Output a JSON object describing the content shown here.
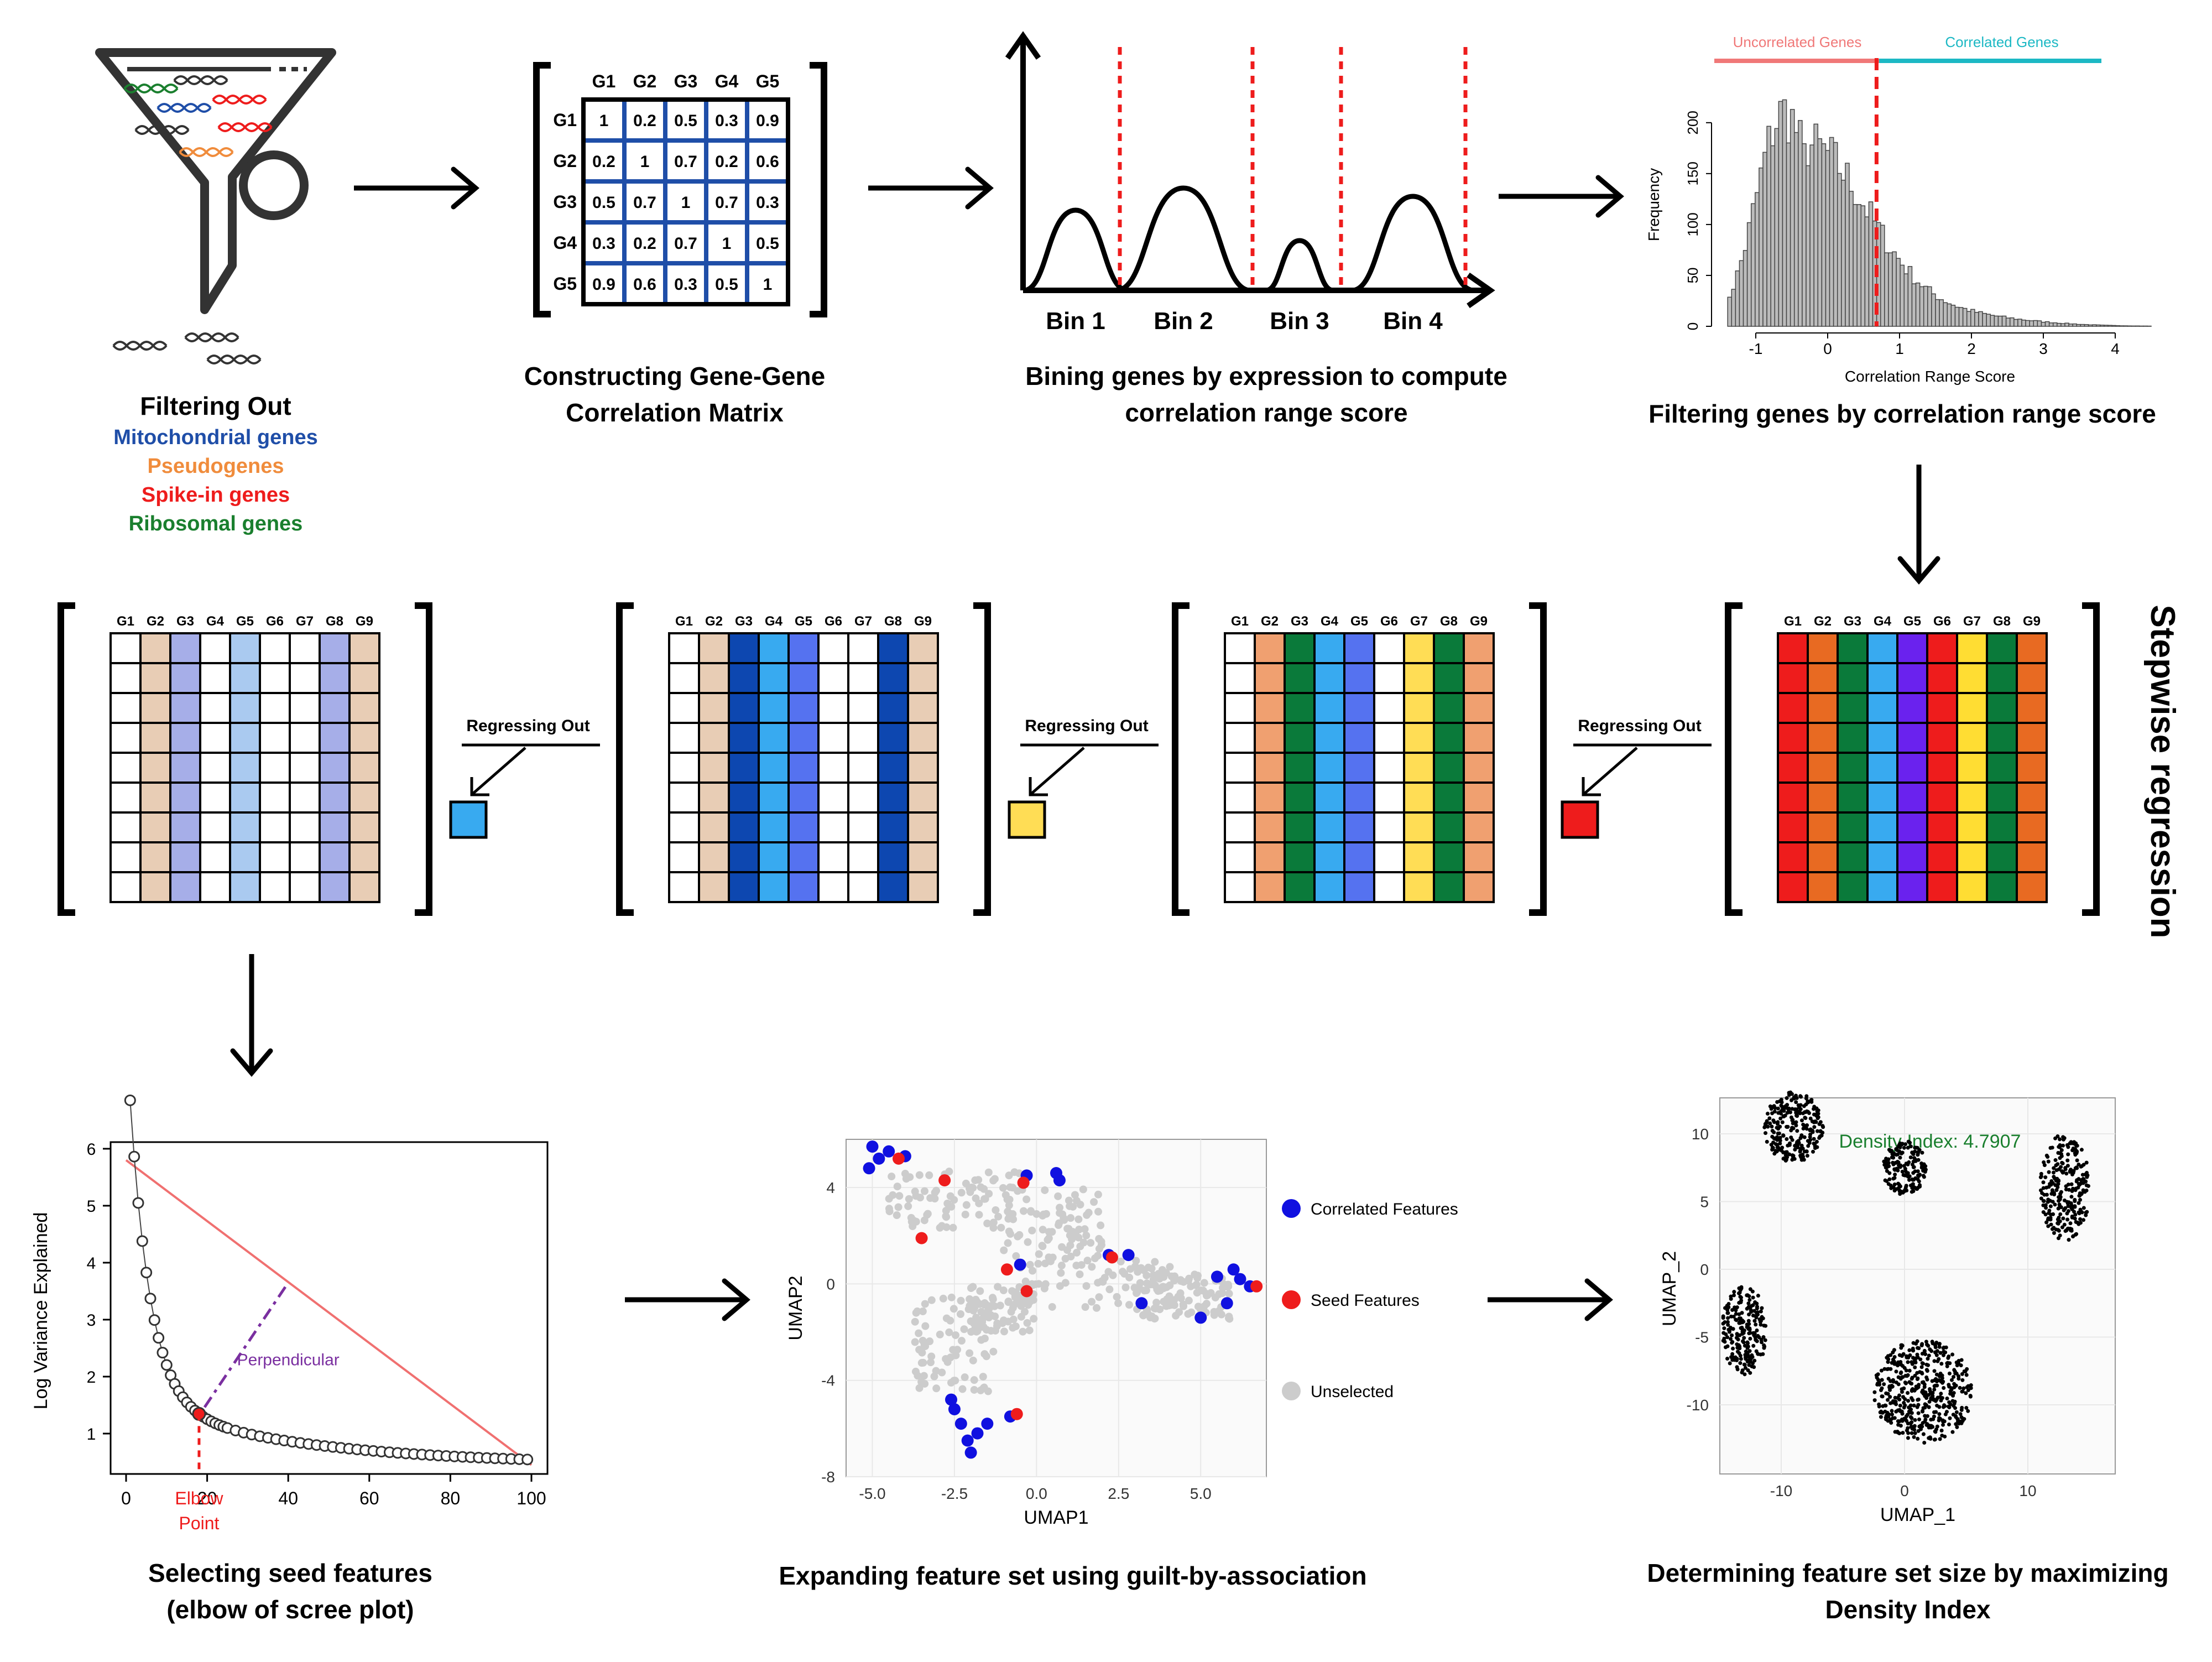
{
  "filter": {
    "title": "Filtering Out",
    "items": [
      {
        "label": "Mitochondrial genes",
        "color": "#1f4ea8"
      },
      {
        "label": "Pseudogenes",
        "color": "#f08c3c"
      },
      {
        "label": "Spike-in genes",
        "color": "#ee1c1c"
      },
      {
        "label": "Ribosomal genes",
        "color": "#1a7f2e"
      }
    ]
  },
  "corr": {
    "caption_line1": "Constructing Gene-Gene",
    "caption_line2": "Correlation Matrix",
    "genes": [
      "G1",
      "G2",
      "G3",
      "G4",
      "G5"
    ],
    "matrix": [
      [
        "1",
        "0.2",
        "0.5",
        "0.3",
        "0.9"
      ],
      [
        "0.2",
        "1",
        "0.7",
        "0.2",
        "0.6"
      ],
      [
        "0.5",
        "0.7",
        "1",
        "0.7",
        "0.3"
      ],
      [
        "0.3",
        "0.2",
        "0.7",
        "1",
        "0.5"
      ],
      [
        "0.9",
        "0.6",
        "0.3",
        "0.5",
        "1"
      ]
    ]
  },
  "binning": {
    "caption_line1": "Bining genes by expression to compute",
    "caption_line2": "correlation range score",
    "bins": [
      "Bin 1",
      "Bin 2",
      "Bin 3",
      "Bin 4"
    ]
  },
  "hist": {
    "caption": "Filtering genes by correlation range score",
    "uncorrelated_label": "Uncorrelated Genes",
    "correlated_label": "Correlated Genes",
    "uncorrelated_color": "#f07878",
    "correlated_color": "#1cb8c4",
    "ylabel": "Frequency",
    "xlabel": "Correlation Range Score",
    "xticks": [
      "-1",
      "0",
      "1",
      "2",
      "3",
      "4"
    ],
    "yticks": [
      "0",
      "50",
      "100",
      "150",
      "200"
    ]
  },
  "stepwise": {
    "title": "Stepwise regression",
    "regress_label": "Regressing Out",
    "genes": [
      "G1",
      "G2",
      "G3",
      "G4",
      "G5",
      "G6",
      "G7",
      "G8",
      "G9"
    ],
    "matrices": [
      {
        "colors": [
          "#ffffff",
          "#e8cdb5",
          "#a6aee8",
          "#ffffff",
          "#aacaf0",
          "#ffffff",
          "#ffffff",
          "#a6aee8",
          "#e8cdb5"
        ]
      },
      {
        "colors": [
          "#ffffff",
          "#e8cdb5",
          "#0d47b0",
          "#38aaf0",
          "#5572f0",
          "#ffffff",
          "#ffffff",
          "#0d47b0",
          "#e8cdb5"
        ]
      },
      {
        "colors": [
          "#ffffff",
          "#f0a070",
          "#0a7a3a",
          "#38aaf0",
          "#5572f0",
          "#ffffff",
          "#ffdd55",
          "#0a7a3a",
          "#f0a070"
        ]
      },
      {
        "colors": [
          "#ee1c1c",
          "#e86a22",
          "#0a7a3a",
          "#38aaf0",
          "#6a22ee",
          "#ee1c1c",
          "#ffdd33",
          "#0a7a3a",
          "#e86a22"
        ]
      }
    ],
    "removed_colors": [
      "#38aaf0",
      "#ffdd55",
      "#ee1c1c"
    ]
  },
  "scree": {
    "caption_line1": "Selecting seed features",
    "caption_line2": "(elbow of scree plot)",
    "ylabel": "Log Variance Explained",
    "xticks": [
      "0",
      "20",
      "40",
      "60",
      "80",
      "100"
    ],
    "yticks": [
      "1",
      "2",
      "3",
      "4",
      "5",
      "6"
    ],
    "perpendicular_label": "Perpendicular",
    "elbow_label_line1": "Elbow",
    "elbow_label_line2": "Point"
  },
  "umap": {
    "caption": "Expanding feature set using guilt-by-association",
    "xlabel": "UMAP1",
    "ylabel": "UMAP2",
    "xticks": [
      "-5.0",
      "-2.5",
      "0.0",
      "2.5",
      "5.0"
    ],
    "yticks": [
      "4",
      "0",
      "-4",
      "-8"
    ],
    "legend": [
      {
        "label": "Correlated Features",
        "color": "#1010e0"
      },
      {
        "label": "Seed Features",
        "color": "#ee1c1c"
      },
      {
        "label": "Unselected",
        "color": "#cccccc"
      }
    ]
  },
  "density": {
    "caption_line1": "Determining feature set size by maximizing",
    "caption_line2": "Density Index",
    "title": "Density Index:  4.7907",
    "title_color": "#1a7f2e",
    "xlabel": "UMAP_1",
    "ylabel": "UMAP_2",
    "xticks": [
      "-10",
      "0",
      "10"
    ],
    "yticks": [
      "10",
      "5",
      "0",
      "-5",
      "-10"
    ]
  }
}
